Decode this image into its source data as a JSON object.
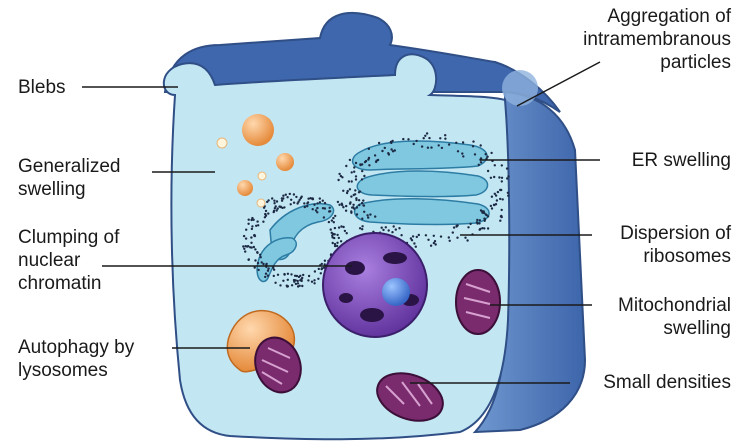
{
  "labels": {
    "blebs": "Blebs",
    "generalized_swelling": [
      "Generalized",
      "swelling"
    ],
    "clumping": [
      "Clumping of",
      "nuclear",
      "chromatin"
    ],
    "autophagy": [
      "Autophagy by",
      "lysosomes"
    ],
    "aggregation": [
      "Aggregation of",
      "intramembranous",
      "particles"
    ],
    "er_swelling": "ER swelling",
    "dispersion": [
      "Dispersion of",
      "ribosomes"
    ],
    "mito": [
      "Mitochondrial",
      "swelling"
    ],
    "small_densities": "Small densities"
  },
  "colors": {
    "cytoplasm": "#c3e6f3",
    "membrane_side": "#5a84bf",
    "membrane_top": "#3f67ad",
    "nucleus": "#7a4fb8",
    "nucleolus": "#4f86d6",
    "mitochondria": "#7a2b6e",
    "lysosome": "#f2a24a",
    "er": "#7fc8e0",
    "ribosome": "#1d2a44"
  }
}
